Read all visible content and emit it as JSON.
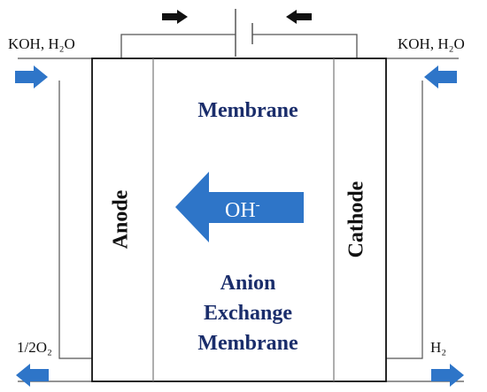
{
  "labels": {
    "top_left_inlet": "KOH, H₂O",
    "top_right_inlet": "KOH, H₂O",
    "bottom_left_outlet": "1/2O₂",
    "bottom_right_outlet": "H₂",
    "membrane_top": "Membrane",
    "anode": "Anode",
    "cathode": "Cathode",
    "ion": "OH",
    "ion_charge": "-",
    "aem_line1": "Anion",
    "aem_line2": "Exchange",
    "aem_line3": "Membrane"
  },
  "colors": {
    "arrow_blue": "#2e75c8",
    "label_navy": "#1a2d6b",
    "line_black": "#111111",
    "line_gray": "#555555"
  },
  "icons": {
    "flow_arrow": "right-arrow-icon / left-arrow-icon",
    "battery": "battery-symbol-icon"
  }
}
